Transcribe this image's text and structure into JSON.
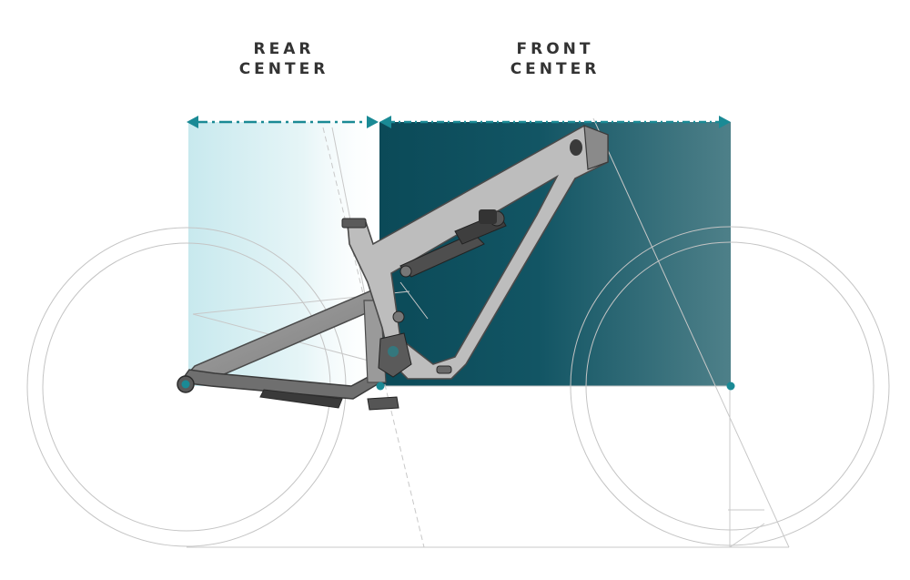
{
  "labels": {
    "rear": {
      "line1": "REAR",
      "line2": "CENTER"
    },
    "front": {
      "line1": "FRONT",
      "line2": "CENTER"
    }
  },
  "colors": {
    "accent": "#1a8a95",
    "front_panel_dark": "#0d4e5c",
    "front_panel_light": "#4a7f88",
    "rear_panel": "#d4eef2",
    "frame": "#8e8e8e",
    "frame_outline": "#4a4a4a",
    "guide_lines": "#c8c8c8",
    "text": "#333333"
  },
  "icons": {
    "rear_arrow": "double-headed-dash-dot-arrow",
    "front_arrow": "double-headed-dotted-arrow",
    "bottom_bracket_marker": "teal-dot",
    "front_axle_marker": "teal-dot",
    "rear_axle_marker": "teal-dot"
  }
}
